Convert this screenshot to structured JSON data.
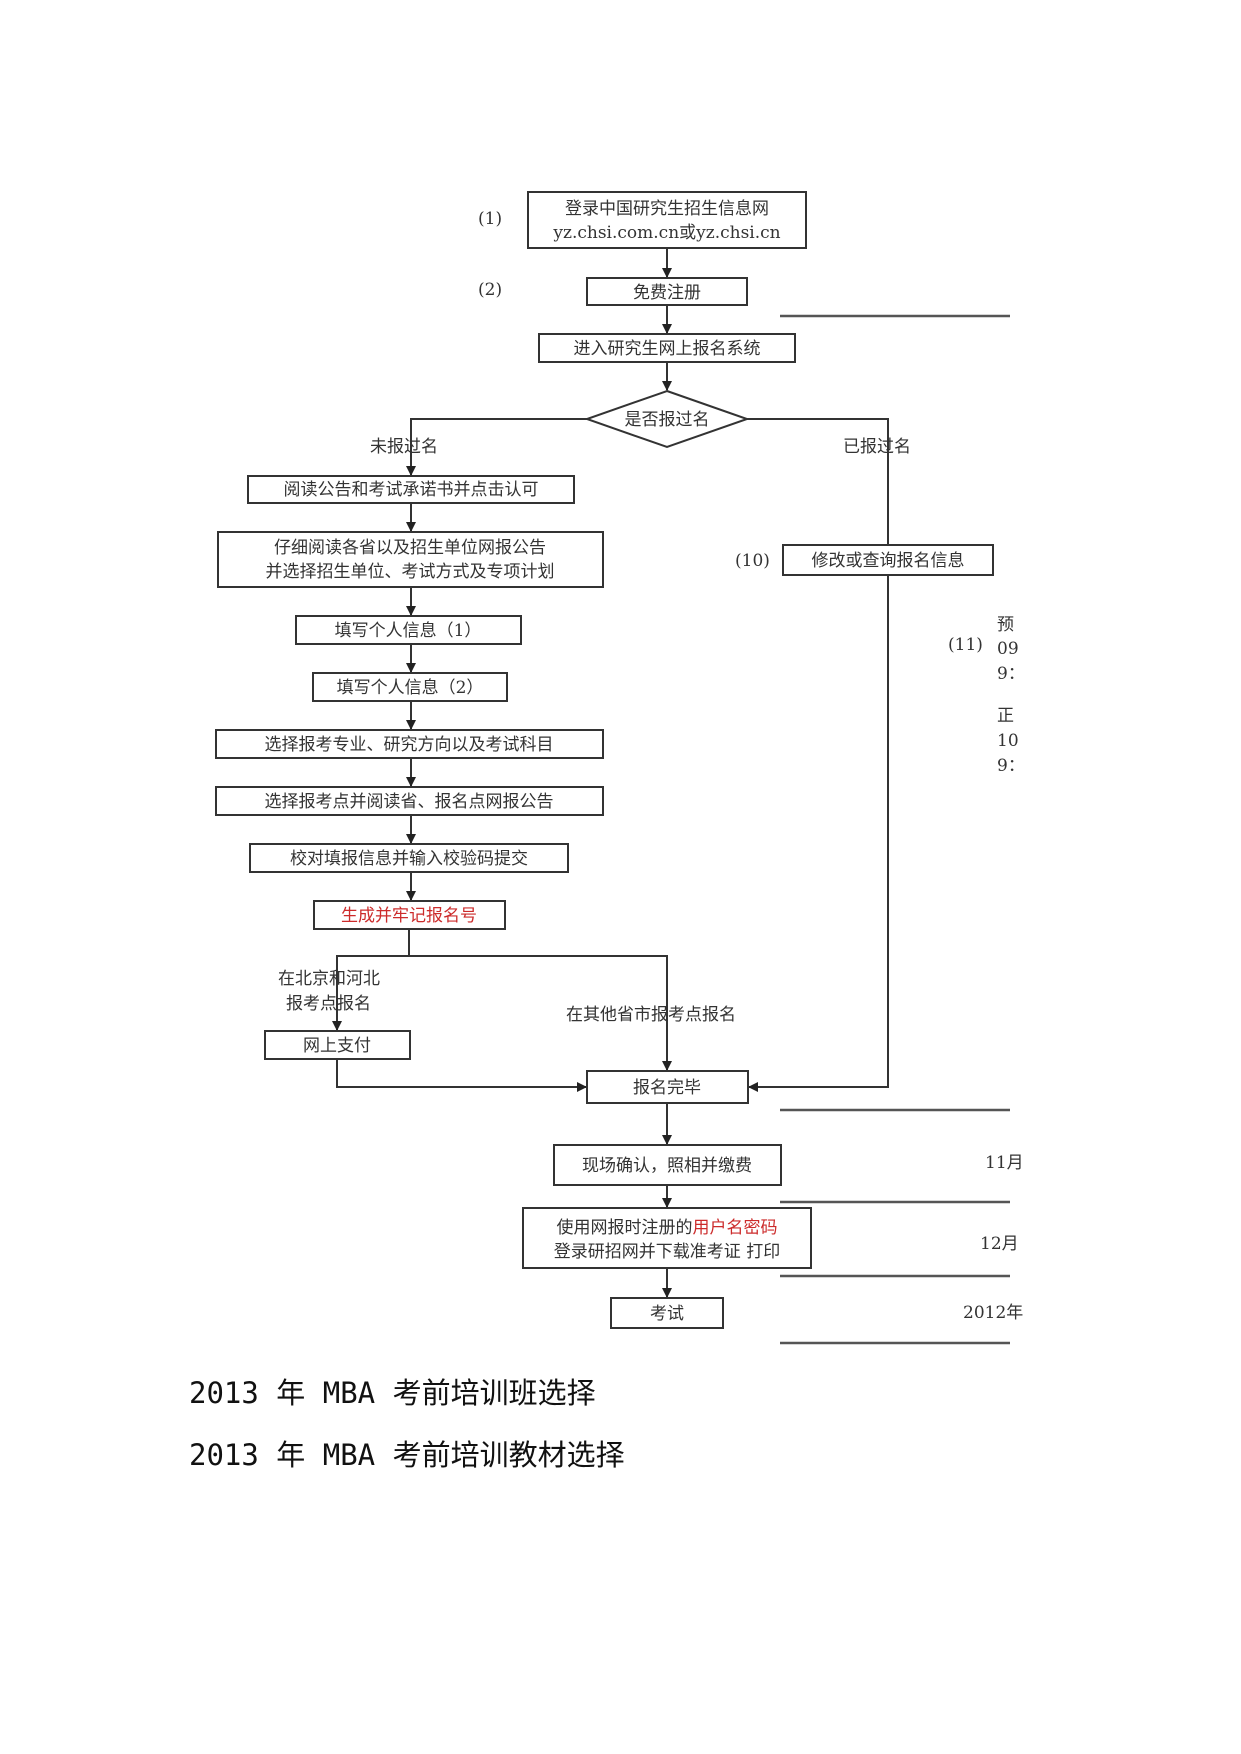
{
  "flowchart": {
    "step1": {
      "num": "(1)",
      "line1": "登录中国研究生招生信息网",
      "line2": "yz.chsi.com.cn或yz.chsi.cn"
    },
    "step2": {
      "num": "(2)",
      "label": "免费注册"
    },
    "enter_system": "进入研究生网上报名系统",
    "decision": "是否报过名",
    "branch_no": "未报过名",
    "branch_yes": "已报过名",
    "read_announcement": "阅读公告和考试承诺书并点击认可",
    "read_province": {
      "line1": "仔细阅读各省以及招生单位网报公告",
      "line2": "并选择招生单位、考试方式及专项计划"
    },
    "personal_info_1": "填写个人信息（1）",
    "personal_info_2": "填写个人信息（2）",
    "choose_major": "选择报考专业、研究方向以及考试科目",
    "choose_site": "选择报考点并阅读省、报名点网报公告",
    "verify_submit": "校对填报信息并输入校验码提交",
    "generate_number": "生成并牢记报名号",
    "beijing_label": {
      "line1": "在北京和河北",
      "line2": "报考点报名"
    },
    "online_pay": "网上支付",
    "other_province": "在其他省市报考点报名",
    "modify": {
      "num": "(10)",
      "label": "修改或查询报名信息"
    },
    "registration_done": "报名完毕",
    "onsite_confirm": "现场确认，照相并缴费",
    "download": {
      "line1a": "使用网报时注册的",
      "line1b": "用户名密码",
      "line2": "登录研招网并下载准考证 打印"
    },
    "exam": "考试",
    "side_note": {
      "num": "(11)",
      "col1": [
        "预",
        "09",
        "9："
      ],
      "col2": [
        "正",
        "10",
        "9："
      ]
    },
    "right_dates": [
      "11月",
      "12月",
      "2012年"
    ]
  },
  "links": [
    "2013 年 MBA 考前培训班选择",
    "2013 年 MBA 考前培训教材选择"
  ]
}
